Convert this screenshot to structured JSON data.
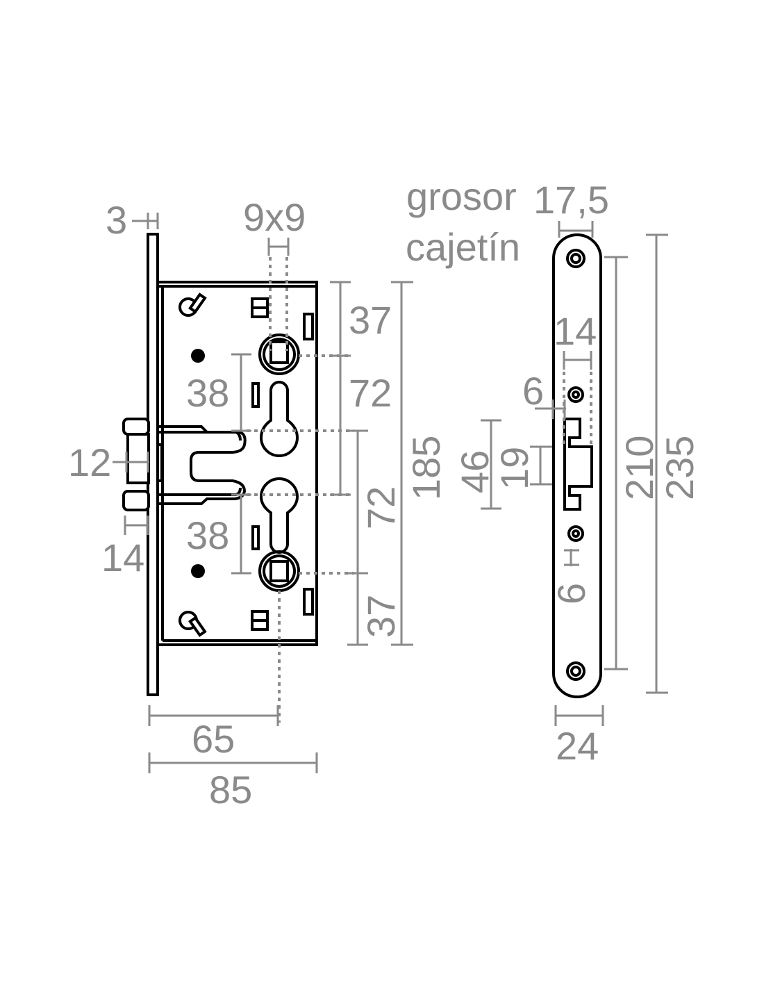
{
  "title": "Mortise lock technical drawing",
  "colors": {
    "dimension": "#8a8a8a",
    "outline": "#000000"
  },
  "lock_body": {
    "faceplate_thickness": "3",
    "spindle": "9x9",
    "top_to_spindle": "37",
    "spindle_to_latch": "72",
    "body_height": "185",
    "latch_to_lower_spindle": "72",
    "lower_spindle_to_bottom": "37",
    "upper_keyhole_offset": "38",
    "lower_keyhole_offset": "38",
    "latch_height": "12",
    "latch_projection": "14",
    "backset": "65",
    "body_depth": "85"
  },
  "faceplate": {
    "label_line1": "grosor",
    "label_line2": "cajetín",
    "thickness": "17,5",
    "hole_spacing": "14",
    "screw_offset_top": "6",
    "strike_height": "46",
    "latch_opening": "19",
    "screw_offset_bottom": "6",
    "screw_distance": "210",
    "plate_length": "235",
    "plate_width": "24"
  }
}
